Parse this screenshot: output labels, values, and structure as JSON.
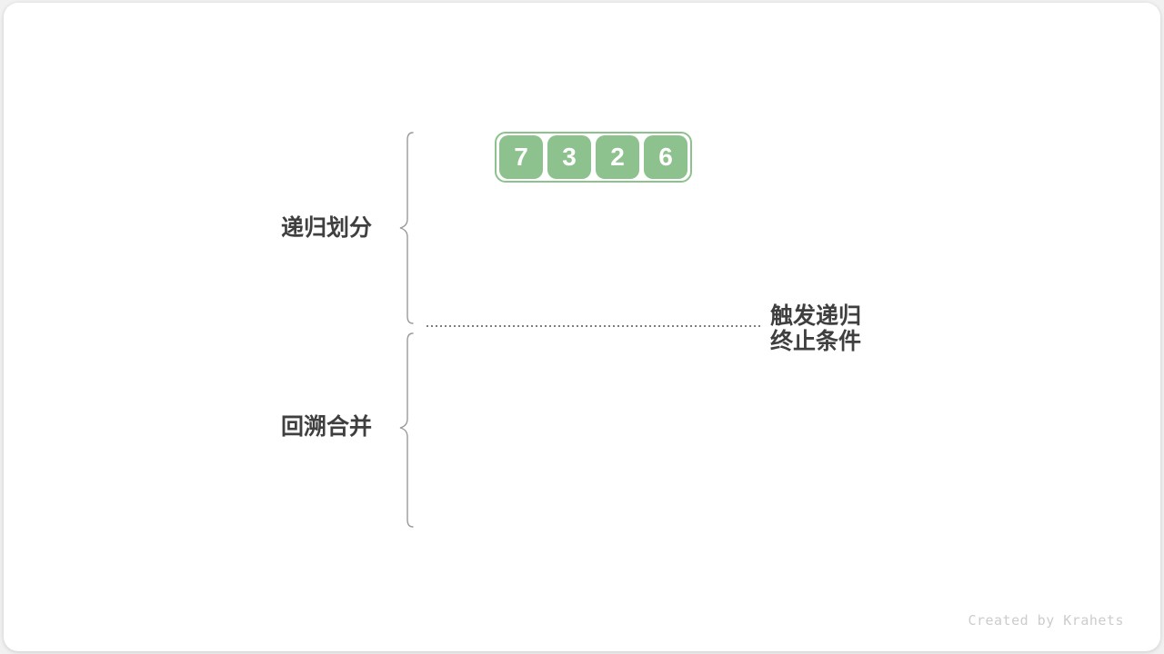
{
  "diagram": {
    "array": {
      "values": [
        7,
        3,
        2,
        6
      ]
    },
    "phase_labels": {
      "recursive_divide": "递归划分",
      "backtrack_merge": "回溯合并"
    },
    "annotation": {
      "line1": "触发递归",
      "line2": "终止条件"
    },
    "watermark": "Created by Krahets",
    "colors": {
      "cell-green": "#8dc18d",
      "text-dark": "#3f3f3f",
      "brace-gray": "#9a9a9a",
      "dot-gray": "#7e7e7e",
      "watermark-gray": "#cccccc",
      "page-bg": "#f1f1f1",
      "card-bg": "#ffffff"
    }
  }
}
